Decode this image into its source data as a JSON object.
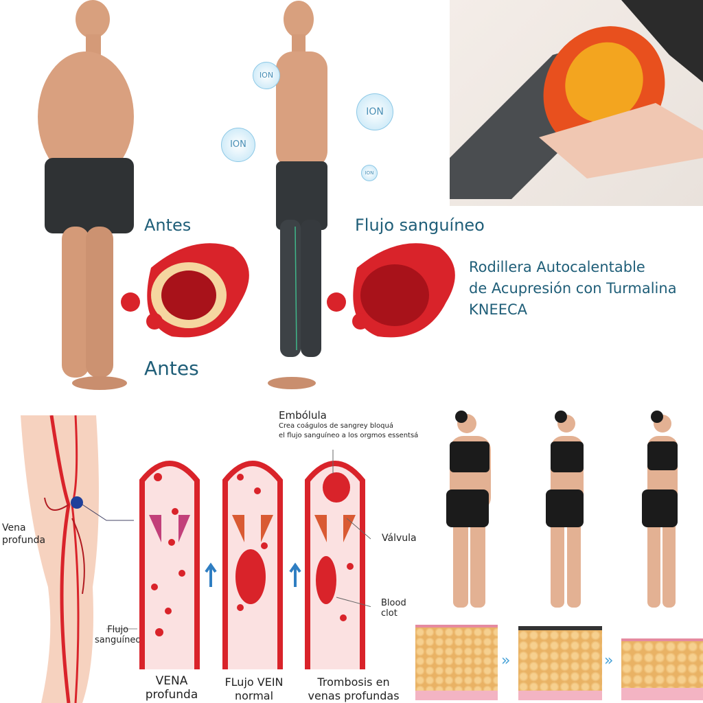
{
  "top": {
    "before_label_1": "Antes",
    "before_label_2": "Antes",
    "flow_label": "Flujo sanguíneo",
    "ion_bubble": "ION",
    "product_title": [
      "Rodillera Autocalentable",
      "de Acupresión con Turmalina",
      "KNEECA"
    ]
  },
  "diagram": {
    "embolus_title": "Embólula",
    "embolus_desc": [
      "Crea coágulos de sangrey bloquá",
      "el flujo sanguíneo a los orgmos essentsá"
    ],
    "deep_vein_label": [
      "Vena",
      "profunda"
    ],
    "blood_flow_label": [
      "Flujo",
      "sanguíneo"
    ],
    "valve_label": "Válvula",
    "clot_label": [
      "Blood",
      "clot"
    ],
    "tube_captions": [
      [
        "VENA",
        "profunda"
      ],
      [
        "FLujo VEIN",
        "normal"
      ],
      [
        "Trombosis en",
        "venas profundas"
      ]
    ]
  },
  "colors": {
    "teal": "#1f5e78",
    "blood": "#d9232a",
    "skin": "#f6d2bf",
    "fat": "#f2c580"
  }
}
